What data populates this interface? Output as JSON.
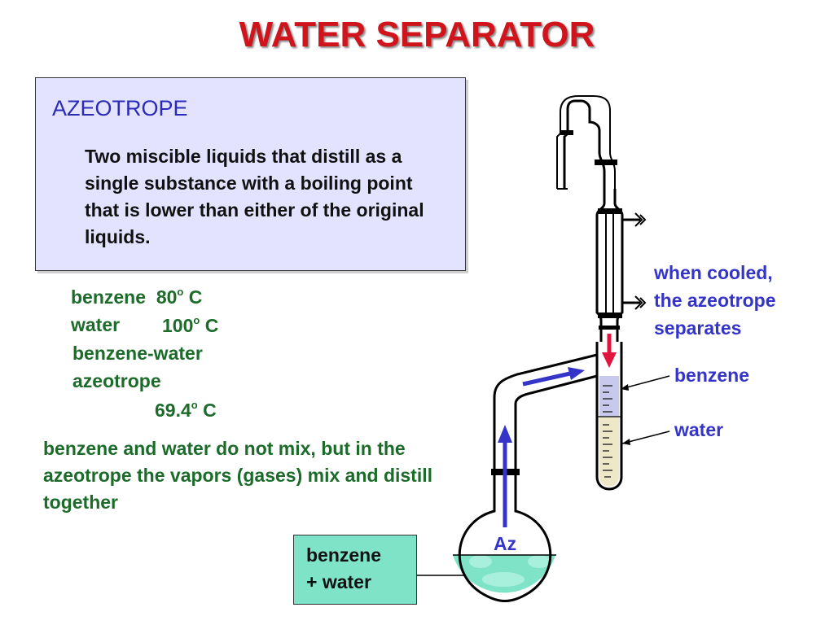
{
  "title": "WATER SEPARATOR",
  "definition": {
    "heading": "AZEOTROPE",
    "text": "Two miscible liquids that distill as a single substance with a boiling point that is lower than either of the original liquids."
  },
  "boiling_points": {
    "benzene_name": "benzene",
    "benzene_value": "80",
    "water_name": "water",
    "water_value": "100",
    "azeotrope_name_line1": "benzene-water",
    "azeotrope_name_line2": "azeotrope",
    "azeotrope_value": "69.4",
    "degree_mark": "o",
    "unit": "C"
  },
  "mix_note": "benzene and water do not mix, but in the azeotrope the vapors (gases) mix and distill together",
  "cooled_note": [
    "when cooled,",
    "the azeotrope",
    "separates"
  ],
  "labels": {
    "benzene": "benzene",
    "water": "water",
    "az": "Az",
    "mixture": [
      "benzene",
      "+ water"
    ]
  },
  "colors": {
    "title": "#d0141c",
    "definition_box": "#e3e3ff",
    "heading": "#2b2bb8",
    "green_text": "#1c6b2a",
    "blue_text": "#3434c8",
    "mixture_box": "#7fe3c8",
    "vapor_arrow": "#3434c8",
    "condensate_arrow": "#e0143c",
    "liquid": "#7fe3c8"
  }
}
